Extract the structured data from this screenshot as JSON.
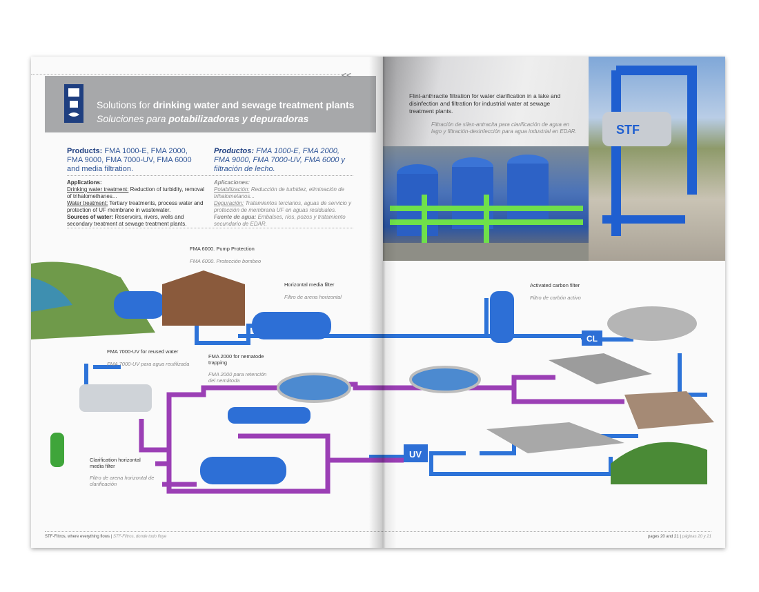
{
  "header": {
    "nav_arrows": "<<",
    "title_prefix": "Solutions for ",
    "title_bold": "drinking water and sewage treatment plants",
    "subtitle_prefix": "Soluciones para ",
    "subtitle_bold": "potabilizadoras y depuradoras"
  },
  "products": {
    "en_label": "Products:",
    "en_text": " FMA 1000-E, FMA 2000, FMA 9000, FMA 7000-UV, FMA 6000 and media filtration.",
    "es_label": "Productos:",
    "es_text": " FMA 1000-E, FMA 2000, FMA 9000, FMA 7000-UV, FMA 6000 y filtración de lecho."
  },
  "applications_en": {
    "heading": "Applications:",
    "l1": "Drinking water treatment:",
    "t1": " Reduction of turbidity, removal of trihalomethanes...",
    "l2": "Water treatment:",
    "t2": " Tertiary treatments, process water and protection of UF membrane in wastewater.",
    "l3": "Sources of water:",
    "t3": "  Reservoirs, rivers, wells and secondary treatment at sewage treatment plants."
  },
  "applications_es": {
    "heading": "Aplicaciones:",
    "l1": "Potabilización:",
    "t1": "  Reducción de turbidez, eliminación de trihalometanos...",
    "l2": "Depuración:",
    "t2": " Tratamientos terciarios, aguas de servicio y protección de membrana UF en aguas residuales.",
    "l3": "Fuente de agua:",
    "t3": " Embalses, ríos, pozos y tratamiento secundario de EDAR."
  },
  "caption": {
    "en": "Flint-anthracite filtration for water clarification in a lake and disinfection and filtration for industrial water at sewage treatment plants.",
    "es": "Filtración de sílex-antracita para clarificación de agua en lago y filtración-desinfección para agua industrial en EDAR."
  },
  "labels": [
    {
      "en": "FMA 6000. Pump Protection",
      "es": "FMA 6000. Protección bombeo"
    },
    {
      "en": "Horizontal media filter",
      "es": "Filtro de arena horizontal"
    },
    {
      "en": "Activated carbon filter",
      "es": "Filtro de carbón activo"
    },
    {
      "en": "FMA 7000-UV for reused water",
      "es": "FMA 7000-UV para agua reutilizada"
    },
    {
      "en": "FMA 2000 for nematode trapping",
      "es": "FMA 2000 para retención del nemátoda"
    },
    {
      "en": "Clarification horizontal media filter",
      "es": "Filtro de arena horizontal de clarificación"
    }
  ],
  "boxes": {
    "cl": "CL",
    "uv": "UV",
    "brand": "STF"
  },
  "footer": {
    "left_en": "STF-Filtros, where everything flows",
    "left_es": "STF-Filtros, donde todo fluye",
    "right_en": "pages 20 and 21",
    "right_es": "páginas 20 y 21",
    "sep": " | "
  },
  "colors": {
    "pipe_blue": "#1f6fd1",
    "pipe_purple": "#9b3fb5",
    "header_gray": "#a7a8aa",
    "brand_blue": "#1f3f80"
  }
}
